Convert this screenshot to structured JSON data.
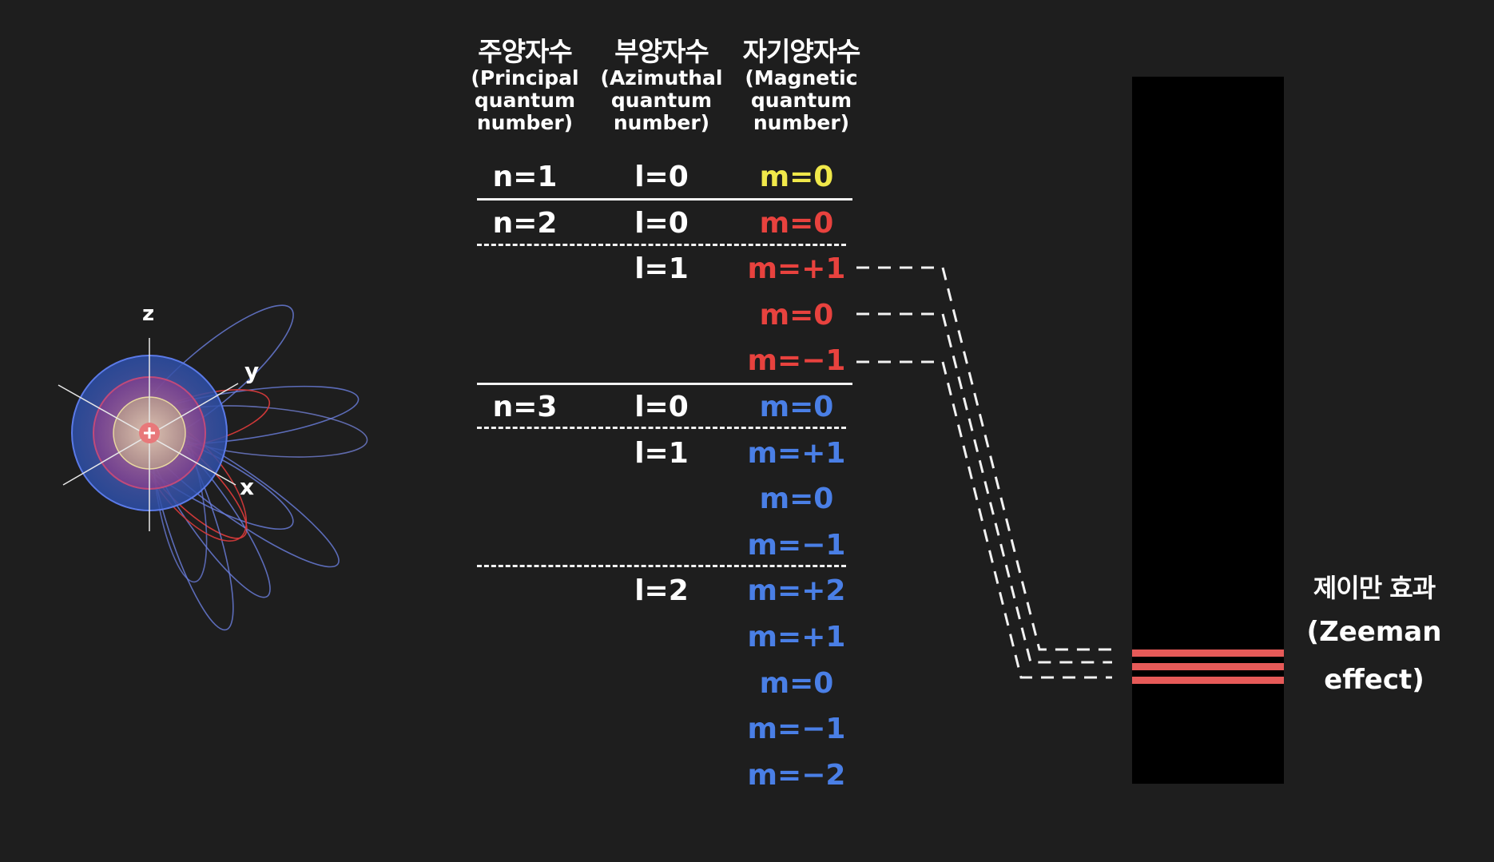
{
  "headers": [
    {
      "ko": "주양자수",
      "en": [
        "(Principal",
        "quantum",
        "number)"
      ]
    },
    {
      "ko": "부양자수",
      "en": [
        "(Azimuthal",
        "quantum",
        "number)"
      ]
    },
    {
      "ko": "자기양자수",
      "en": [
        "(Magnetic",
        "quantum",
        "number)"
      ]
    }
  ],
  "colors": {
    "background": "#1e1e1e",
    "n1": "#f0e84a",
    "n2": "#e8423e",
    "n3": "#4a7fe6",
    "zeeman_lines": "#e65a58",
    "panel": "#000000"
  },
  "rows": [
    {
      "n": "n=1",
      "l": "l=0",
      "m": "m=0",
      "shell": "n1"
    },
    {
      "n": "n=2",
      "l": "l=0",
      "m": "m=0",
      "shell": "n2"
    },
    {
      "n": "",
      "l": "l=1",
      "m": "m=+1",
      "shell": "n2"
    },
    {
      "n": "",
      "l": "",
      "m": "m=0",
      "shell": "n2"
    },
    {
      "n": "",
      "l": "",
      "m": "m=−1",
      "shell": "n2"
    },
    {
      "n": "n=3",
      "l": "l=0",
      "m": "m=0",
      "shell": "n3"
    },
    {
      "n": "",
      "l": "l=1",
      "m": "m=+1",
      "shell": "n3"
    },
    {
      "n": "",
      "l": "",
      "m": "m=0",
      "shell": "n3"
    },
    {
      "n": "",
      "l": "",
      "m": "m=−1",
      "shell": "n3"
    },
    {
      "n": "",
      "l": "l=2",
      "m": "m=+2",
      "shell": "n3"
    },
    {
      "n": "",
      "l": "",
      "m": "m=+1",
      "shell": "n3"
    },
    {
      "n": "",
      "l": "",
      "m": "m=0",
      "shell": "n3"
    },
    {
      "n": "",
      "l": "",
      "m": "m=−1",
      "shell": "n3"
    },
    {
      "n": "",
      "l": "",
      "m": "m=−2",
      "shell": "n3"
    }
  ],
  "atom": {
    "axis_labels": {
      "z": "z",
      "y": "y",
      "x": "x"
    },
    "nucleus_icon": "plus-icon"
  },
  "zeeman": {
    "ko": "제이만 효과",
    "en1": "(Zeeman",
    "en2": "effect)",
    "line_count": 3
  }
}
